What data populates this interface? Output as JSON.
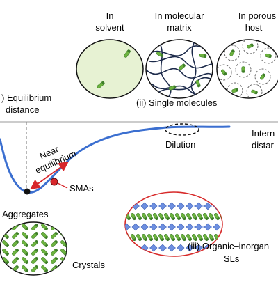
{
  "top_labels": {
    "solvent": [
      "In",
      "solvent"
    ],
    "matrix": [
      "In molecular",
      "matrix"
    ],
    "porous": [
      "In porous",
      "host"
    ]
  },
  "labels": {
    "equilibrium": [
      ") Equilibrium",
      "distance"
    ],
    "single_molecules": "(ii) Single molecules",
    "dilution": "Dilution",
    "internal_distance": [
      "Intern",
      "distar"
    ],
    "near_equilibrium": [
      "Near",
      "equilibrium"
    ],
    "smas": "SMAs",
    "aggregates": "Aggregates",
    "crystals": "Crystals",
    "hybrid": [
      "(iii) Organic–inorgan",
      "SLs"
    ]
  },
  "colors": {
    "curve": "#3b6fd0",
    "molecule_green": "#6db33f",
    "molecule_dark": "#3e7d2a",
    "sma_red": "#d7262b",
    "hybrid_border": "#d72a2a",
    "inorganic_blue": "#6d8fe0",
    "matrix_line": "#1c2a4a"
  },
  "icons": {
    "curve_minimum_marker": "black-dot",
    "sma_marker": "red-dot",
    "dilution_marker": "dashed-ellipse"
  }
}
